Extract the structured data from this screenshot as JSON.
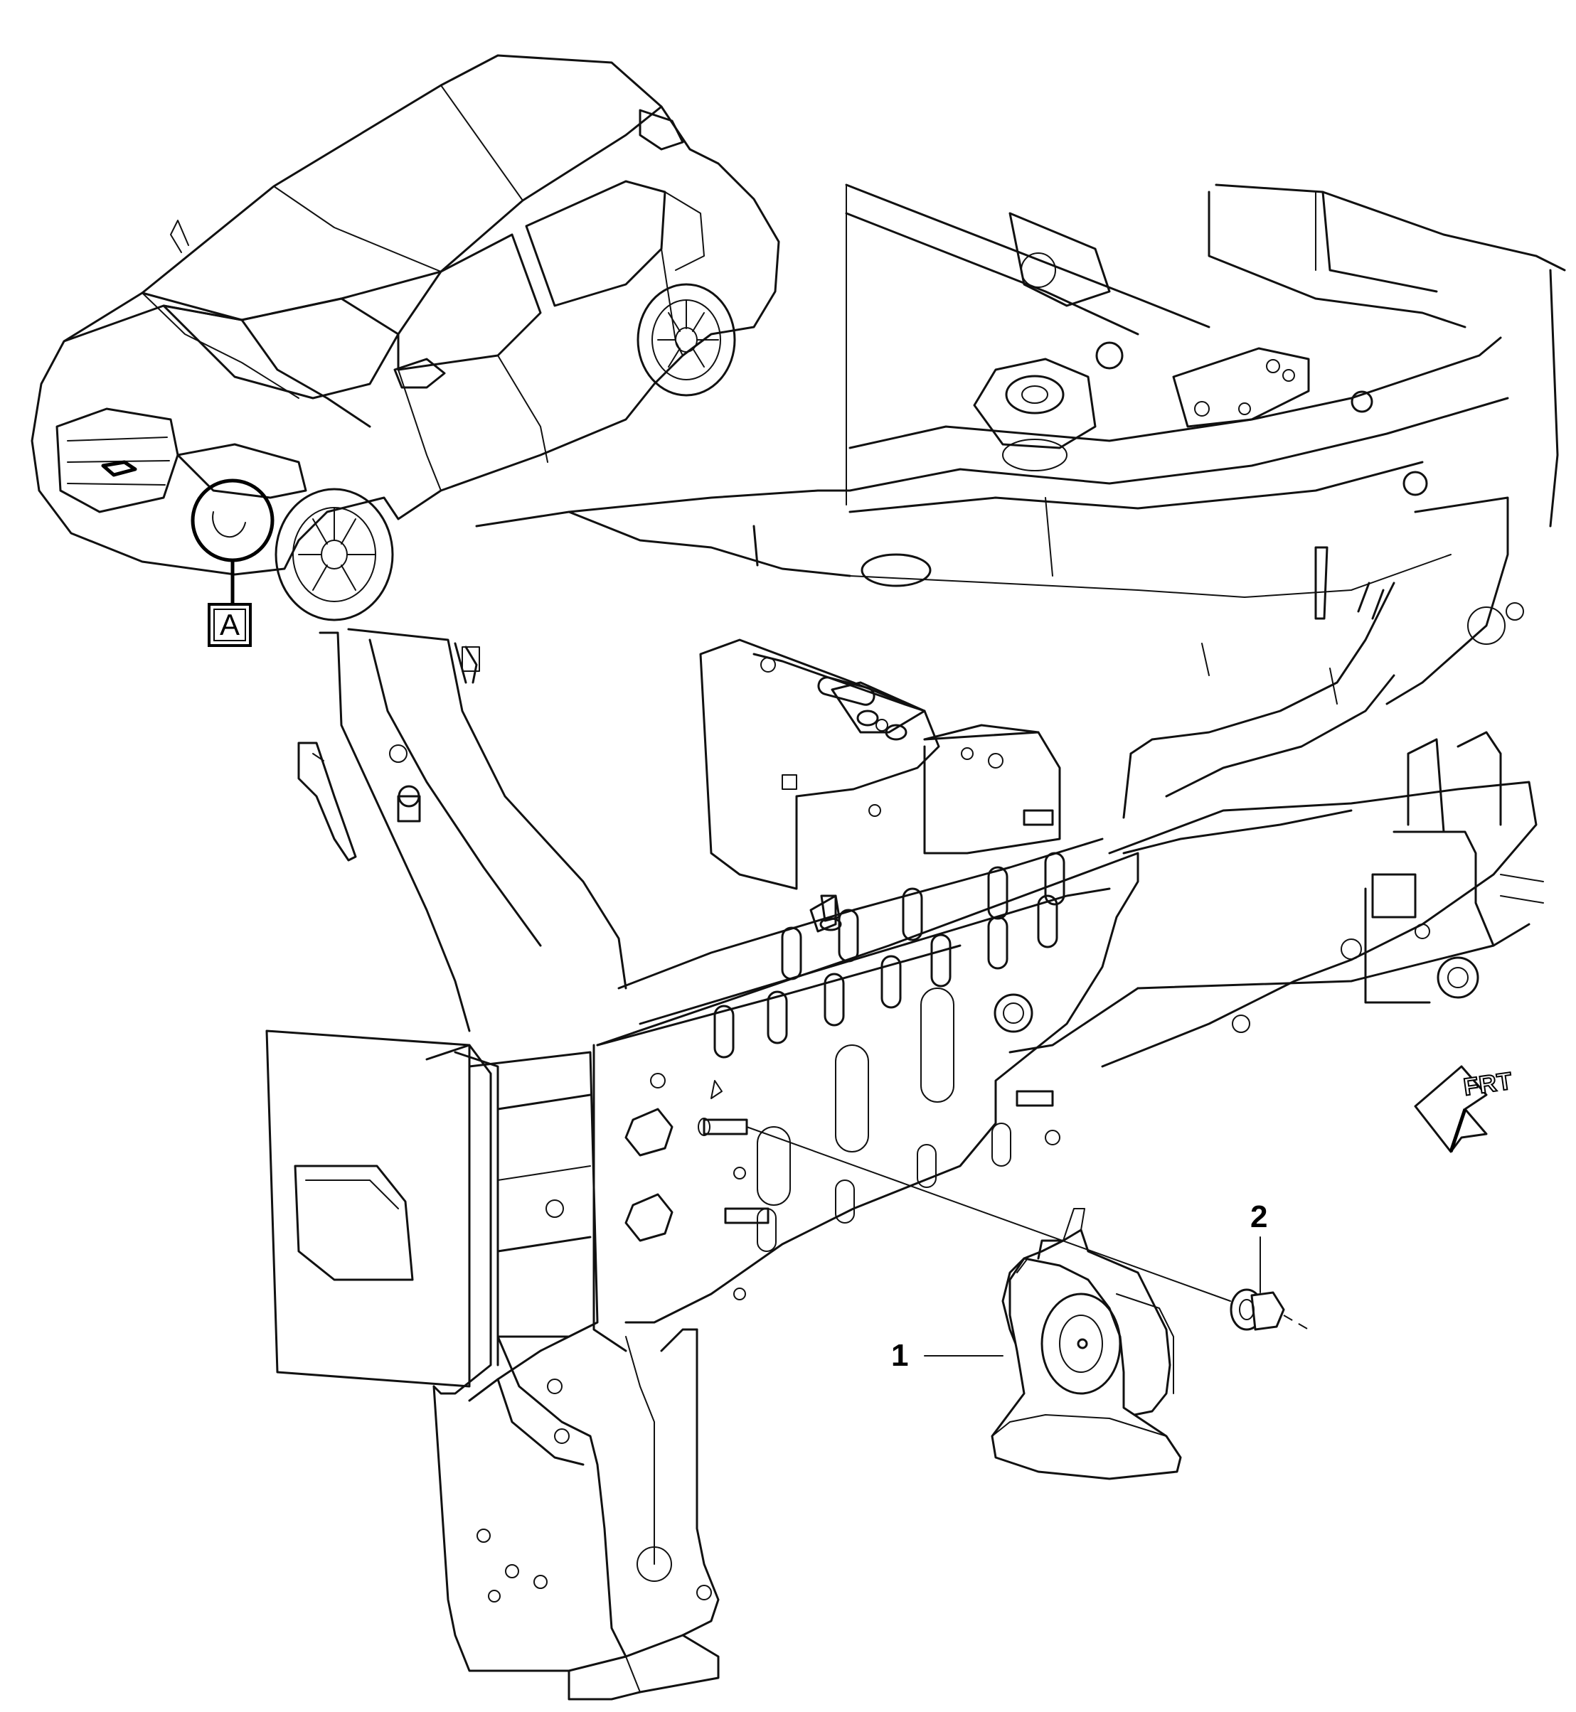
{
  "callouts": {
    "horn": "1",
    "nut": "2"
  },
  "view": {
    "label": "A"
  },
  "direction": {
    "label": "FRT"
  }
}
